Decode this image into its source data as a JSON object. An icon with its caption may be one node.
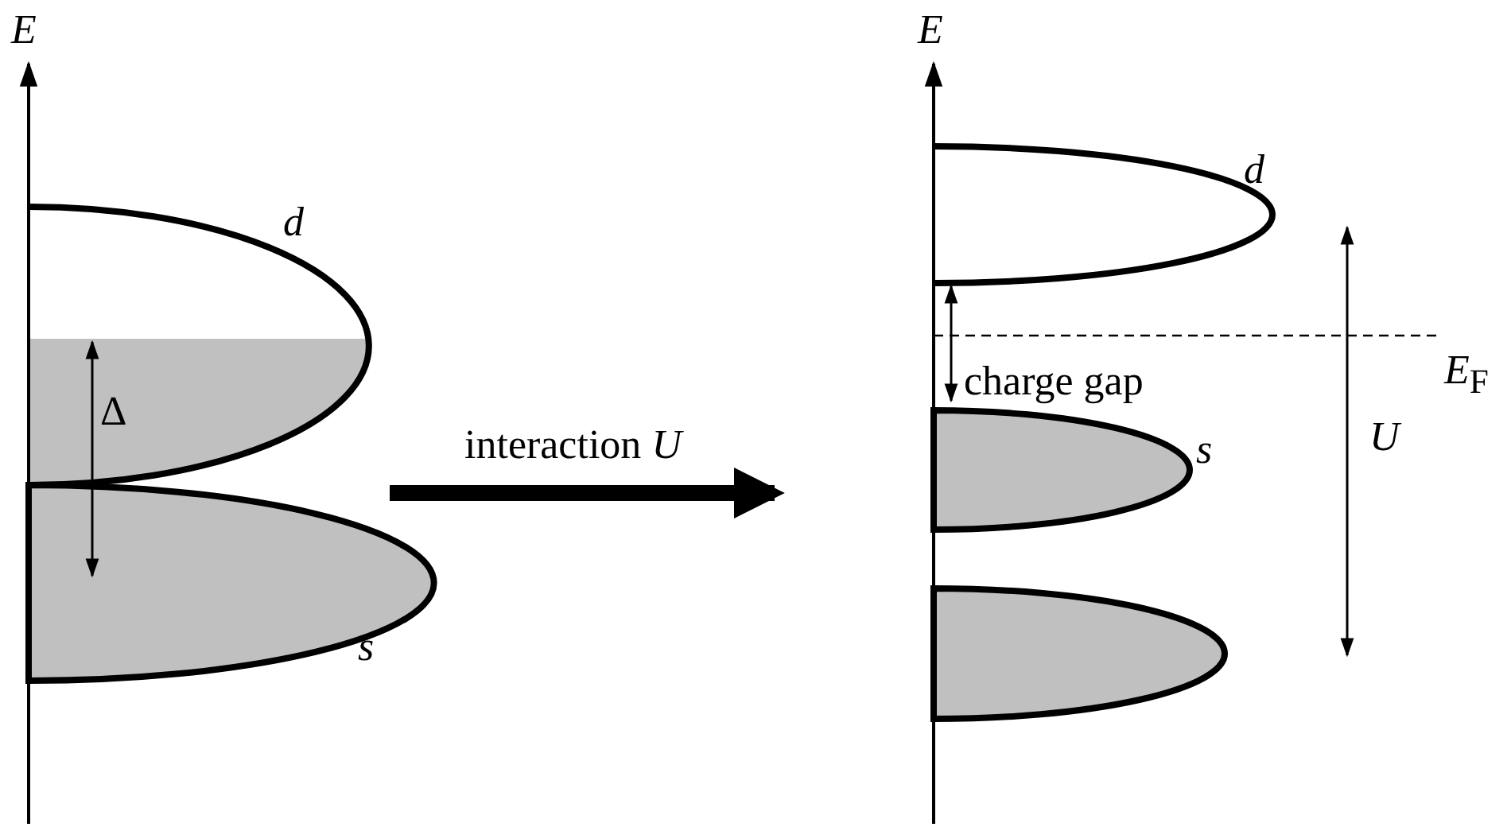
{
  "diagram": {
    "labels": [
      "*E*",
      "*E*",
      "*d*",
      "*d*",
      "*E*$_{F}$",
      "charge gap",
      "Δ",
      "interaction *U*",
      "*U*",
      "*s*",
      "*s*"
    ]
  }
}
